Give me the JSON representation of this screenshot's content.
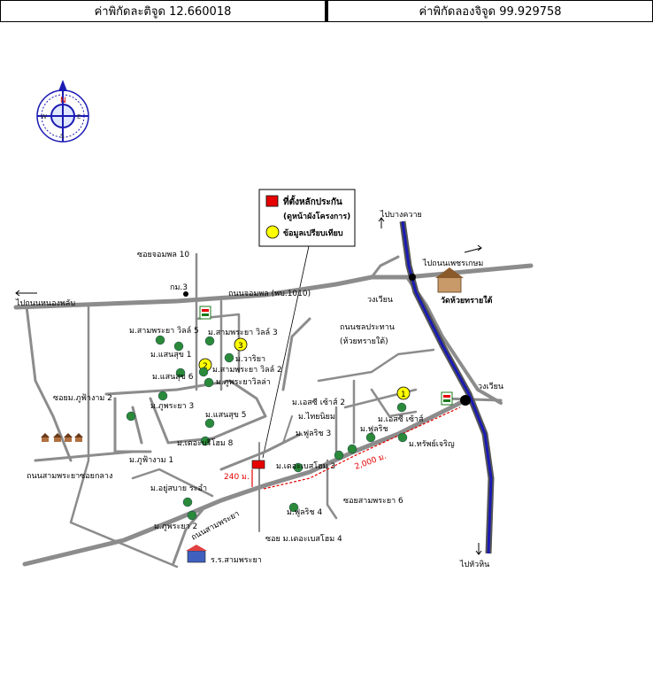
{
  "coordinates": {
    "latitude_label": "ค่าพิกัดละติจูด 12.660018",
    "longitude_label": "ค่าพิกัดลองจิจูด 99.929758"
  },
  "compass": {
    "n": "N",
    "s": "S",
    "e": "E",
    "w": "W"
  },
  "legend": {
    "site_label": "ที่ตั้งหลักประกัน",
    "site_sub": "(ดูหน้าผังโครงการ)",
    "compare_label": "ข้อมูลเปรียบเทียบ"
  },
  "labels": {
    "soi_jompol10": "ซอยจอมพล 10",
    "km3": "กม.3",
    "thanon_jompol": "ถนนจอมพล (พบ.1010)",
    "to_nongyaplong": "ไปถนนหนองพลับ",
    "to_bangkrathum": "ไปบางควาย",
    "to_phetkasem": "ไปถนนเพชรเกษม",
    "wongwian_top": "วงเวียน",
    "wat": "วัดห้วยทรายใต้",
    "thanon_chonprathan": "ถนนชลประทาน",
    "huai_sai_tai": "(ห้วยทรายใต้)",
    "wongwian_right": "วงเวียน",
    "to_huahin": "ไปหัวหิน",
    "sampraya_villa5": "ม.สามพระยา วิลล์ 5",
    "sampraya_villa3": "ม.สามพระยา วิลล์ 3",
    "saensuk1": "ม.แสนสุข 1",
    "wariya": "ม.วาริยา",
    "sampraya_villa2": "ม.สามพระยา วิลล์ 2",
    "saensuk6": "ม.แสนสุข 6",
    "phupraya_villa": "ม.ภูพระยาวิลล่า",
    "soi_phufangam2": "ซอยม.ภูฟ้างาม 2",
    "phupraya3": "ม.ภูพระยา 3",
    "saensuk5": "ม.แสนสุข 5",
    "the_breeze8": "ม.เดอะบรีโฮม 8",
    "phufangam1": "ม.ภูฟ้างาม 1",
    "thanon_sampraya_soikrang": "ถนนสามพระยาซอยกลาง",
    "dist_240": "240 ม.",
    "the_breeze3": "ม.เดอะเบสโฮม 3",
    "yusabai": "ม.อยู่สบาย ระอำ",
    "phupraya2": "ม.ภูพระยา 2",
    "thanon_sampraya": "ถนนสามพระยา",
    "school": "ร.ร.สามพระยา",
    "soi_the_breeze4": "ซอย ม.เดอะเบสโฮม 4",
    "soi_sampraya6": "ซอยสามพระยา 6",
    "fulrich4": "ม.ฟูลริช 4",
    "dist_2000": "2,000 ม.",
    "thainiyom": "ม.ไทยนิยม",
    "sc_south2": "ม.เอสซี เซ้าส์ 2",
    "fulrich3": "ม.ฟูลริช 3",
    "fulrich": "ม.ฟูลริช",
    "sc_south": "ม.เอสซี เซ้าส์",
    "subsincharoen": "ม.ทรัพย์เจริญ"
  },
  "markers": {
    "m1": "1",
    "m2": "2",
    "m3": "3"
  },
  "colors": {
    "road": "#8c8c8c",
    "river": "#1a1ab4",
    "site": "#e60000",
    "compare": "#ffff00",
    "route": "#e60000"
  }
}
